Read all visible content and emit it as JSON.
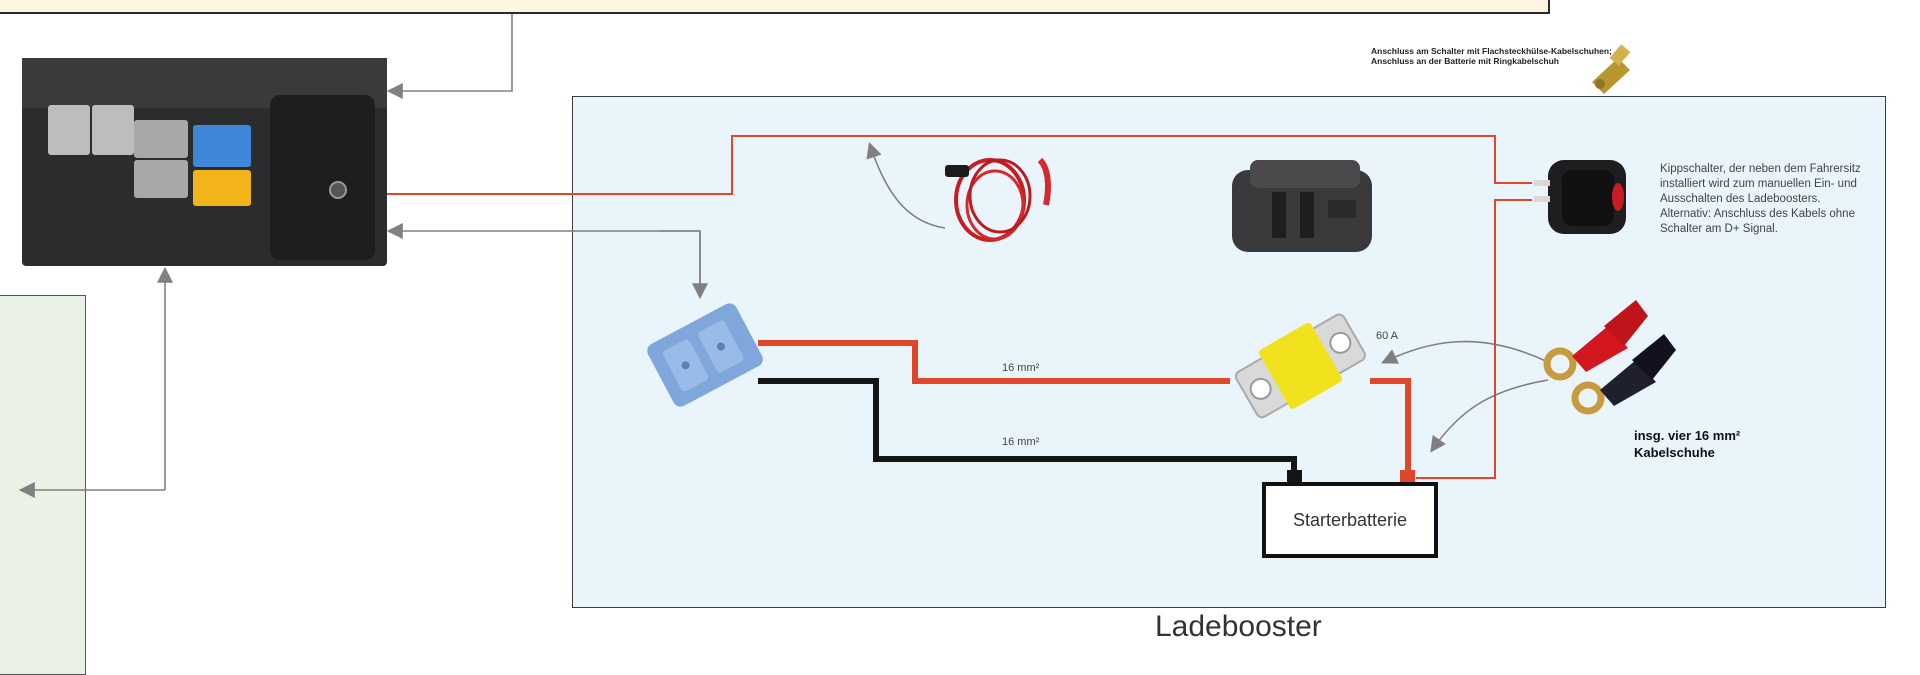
{
  "title": "Ladebooster",
  "connector_note": {
    "line1": "Anschluss am Schalter mit Flachsteckhülse-Kabelschuhen;",
    "line2": "Anschluss an der Batterie mit Ringkabelschuh"
  },
  "switch_note": {
    "line1": "Kippschalter, der neben dem Fahrersitz",
    "line2": "installiert wird zum manuellen Ein- und",
    "line3": "Ausschalten des Ladeboosters.",
    "line4": "Alternativ: Anschluss des Kabels ohne",
    "line5": "Schalter am D+ Signal."
  },
  "wire_red_label": "16 mm²",
  "wire_black_label": "16 mm²",
  "fuse_label": "60 A",
  "lugs_note": {
    "line1": "insg. vier 16 mm²",
    "line2": "Kabelschuhe"
  },
  "battery_label": "Starterbatterie",
  "colors": {
    "red_wire": "#e0462a",
    "black_wire": "#151515",
    "arrow": "#808080",
    "panel_blue": "#eaf4fb",
    "panel_green": "#eaf2e6",
    "panel_yellow": "#fdf5e2"
  }
}
